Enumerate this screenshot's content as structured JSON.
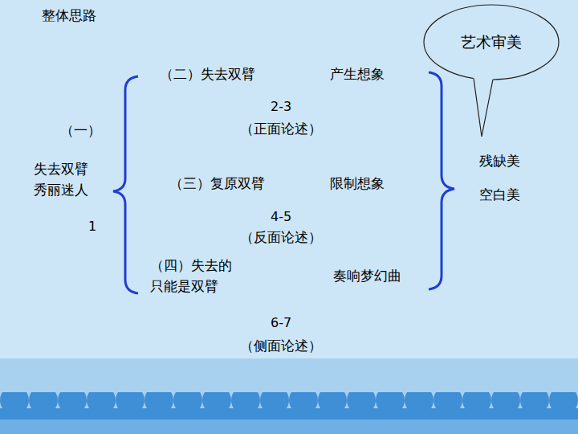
{
  "diagram": {
    "title": "整体思路",
    "nodes": [
      {
        "text": [
          "艺术审美"
        ]
      }
    ],
    "labels": [
      "（一）",
      "失去双臂 秀丽迷人",
      "1",
      "（二）失去双臂",
      "产生想象",
      "2-3",
      "（正面论述）",
      "（三）复原双臂",
      "限制想象",
      "4-5",
      "（反面论述）",
      "（四）失去的 只能是双臂",
      "奏响梦幻曲",
      "残缺美",
      "空白美",
      "6-7",
      "（侧面论述）"
    ]
  }
}
